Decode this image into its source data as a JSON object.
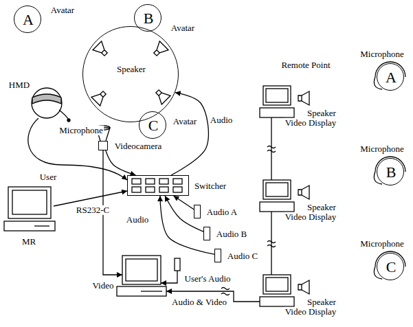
{
  "diagram": {
    "nodes": [
      {
        "text": [
          "A",
          "Avatar"
        ]
      },
      {
        "text": [
          "B",
          "Avatar"
        ]
      },
      {
        "text": [
          "Speaker"
        ]
      },
      {
        "text": [
          "C",
          "Avatar"
        ]
      },
      {
        "text": [
          "Videocamera"
        ]
      },
      {
        "text": [
          "Switcher"
        ]
      },
      {
        "text": [
          "Audio A"
        ]
      },
      {
        "text": [
          "Audio B"
        ]
      },
      {
        "text": [
          "Audio C"
        ]
      },
      {
        "text": [
          "Microphone",
          "A"
        ]
      },
      {
        "text": [
          "Microphone",
          "B"
        ]
      },
      {
        "text": [
          "Microphone",
          "C"
        ]
      }
    ],
    "edges": [
      {
        "from": 4,
        "to": 5,
        "arrow": "to"
      },
      {
        "from": 5,
        "to": 2,
        "label": "Audio",
        "arrow": "to"
      },
      {
        "from": 6,
        "to": 5,
        "arrow": "to"
      },
      {
        "from": 7,
        "to": 5,
        "arrow": "to"
      },
      {
        "from": 8,
        "to": 5,
        "arrow": "to"
      }
    ],
    "labels": [
      "HMD",
      "Microphone",
      "User",
      "RS232-C",
      "Audio",
      "MR",
      "Video",
      "User's Audio",
      "Audio & Video",
      "Remote Point",
      "Speaker",
      "Video Display",
      "Speaker",
      "Video Display",
      "Speaker",
      "Video Display"
    ]
  }
}
